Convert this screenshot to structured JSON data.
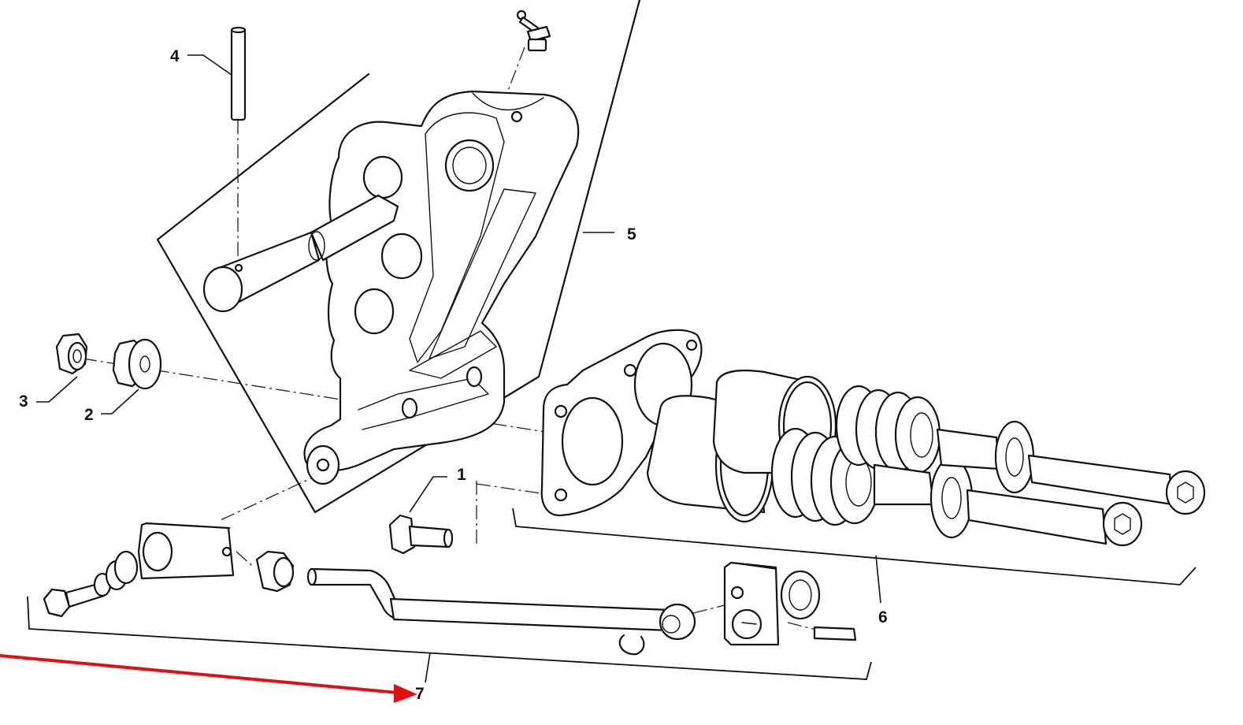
{
  "callouts": {
    "c1": "1",
    "c2": "2",
    "c3": "3",
    "c4": "4",
    "c5": "5",
    "c6": "6",
    "c7": "7"
  },
  "colors": {
    "line": "#111111",
    "highlight_arrow": "#e01010",
    "background": "#ffffff"
  }
}
